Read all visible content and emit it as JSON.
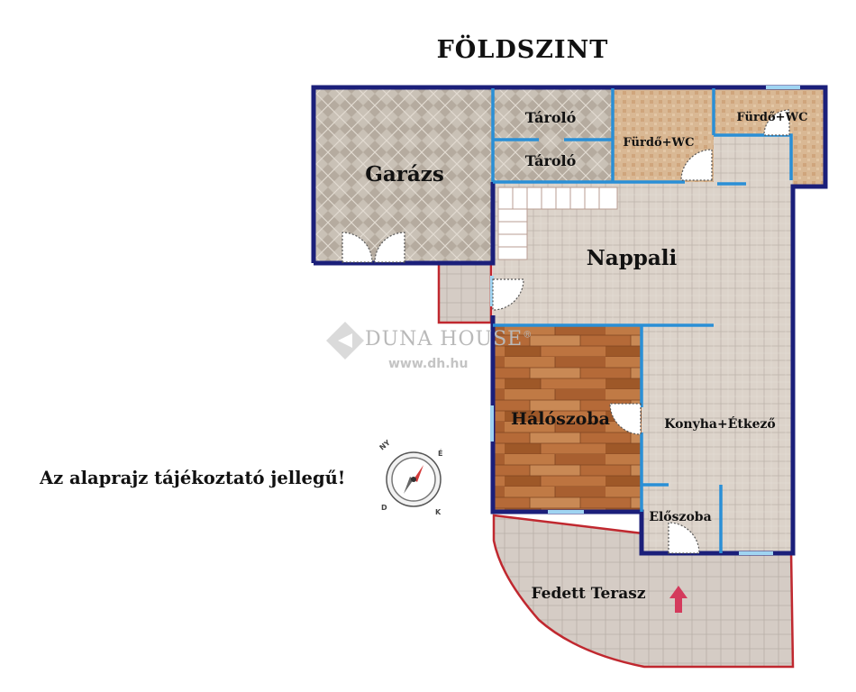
{
  "title": "FÖLDSZINT",
  "note": "Az alaprajz tájékoztató jellegű!",
  "watermark": {
    "brand": "DUNA HOUSE",
    "registered": "®",
    "url": "www.dh.hu"
  },
  "rooms": {
    "garage": "Garázs",
    "storage_1": "Tároló",
    "storage_2": "Tároló",
    "bathroom_1": "Fürdő+WC",
    "bathroom_2": "Fürdő+WC",
    "living_room": "Nappali",
    "bedroom": "Hálószoba",
    "kitchen_dining": "Konyha+Étkező",
    "hall": "Előszoba",
    "terrace": "Fedett Terasz"
  },
  "compass": {
    "ny": "NY",
    "e": "É",
    "d": "D",
    "k": "K"
  },
  "colors": {
    "outer_wall": "#1b1f7a",
    "inner_wall": "#2a8fd6",
    "terrace_outline": "#c0282f",
    "floor_tile": "#d8cfc6",
    "garage_tile": "#c5bdb3",
    "bath_tile": "#d9b898",
    "wood": "#b86a35",
    "entry_arrow": "#d43a5c"
  }
}
